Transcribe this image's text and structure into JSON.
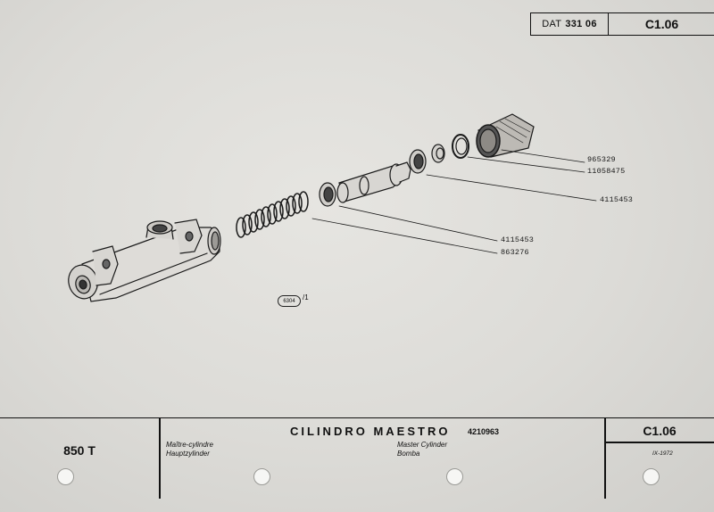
{
  "header": {
    "dat_label": "DAT",
    "dat_number": "331 06",
    "page_code": "C1.06"
  },
  "parts": {
    "labels": [
      "965329",
      "11058475",
      "4115453",
      "4115453",
      "863276"
    ]
  },
  "reference": {
    "badge": "6304",
    "suffix": "/1"
  },
  "footer": {
    "model": "850 T",
    "title": "CILINDRO MAESTRO",
    "title_code": "4210963",
    "french": "Maître-cylindre",
    "german": "Hauptzylinder",
    "english": "Master Cylinder",
    "spanish": "Bomba",
    "page_code": "C1.06",
    "date": "IX-1972"
  }
}
